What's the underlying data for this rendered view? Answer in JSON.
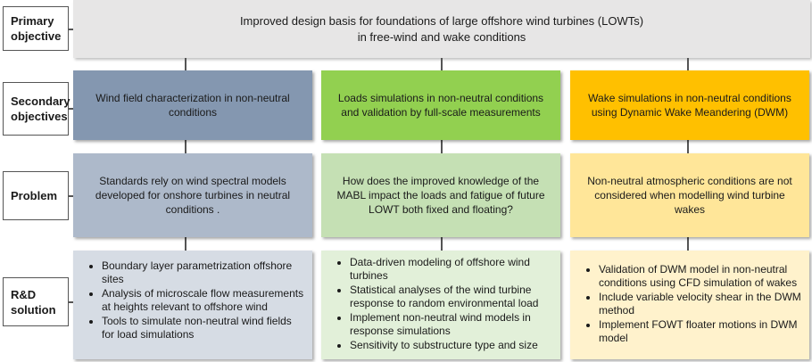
{
  "labels": {
    "primary": "Primary objective",
    "secondary": "Secondary objectives",
    "problem": "Problem",
    "rd": "R&D solution"
  },
  "primary_objective": {
    "line1": "Improved design basis for foundations of large offshore wind turbines (LOWTs)",
    "line2": "in free-wind and wake conditions"
  },
  "columns": [
    {
      "secondary": "Wind field characterization in non-neutral conditions",
      "problem": "Standards rely on wind spectral models developed for onshore turbines in neutral conditions .",
      "rd": [
        "Boundary layer parametrization offshore sites",
        "Analysis of microscale flow measurements at heights relevant to offshore wind",
        "Tools to simulate non-neutral wind fields for load simulations"
      ]
    },
    {
      "secondary": "Loads simulations in non-neutral conditions and validation by full-scale measurements",
      "problem": "How does the improved knowledge of the MABL impact the loads and fatigue of future LOWT both fixed and floating?",
      "rd": [
        "Data-driven modeling of offshore wind turbines",
        "Statistical analyses of the wind turbine response to random environmental load",
        "Implement non-neutral wind models in response simulations",
        "Sensitivity to substructure type and size"
      ]
    },
    {
      "secondary": "Wake simulations in non-neutral conditions using Dynamic Wake Meandering (DWM)",
      "problem": "Non-neutral atmospheric conditions are not considered when modelling  wind turbine wakes",
      "rd": [
        "Validation of DWM model in non-neutral conditions using CFD simulation of wakes",
        "Include variable velocity shear in the DWM method",
        "Implement FOWT floater motions in DWM model"
      ]
    }
  ],
  "colors": {
    "primary_bg": "#e7e6e6",
    "col1_secondary": "#8497b0",
    "col1_problem": "#adb9ca",
    "col1_rd": "#d6dce4",
    "col2_secondary": "#92d050",
    "col2_problem": "#c5e0b4",
    "col2_rd": "#e2f0d9",
    "col3_secondary": "#ffc000",
    "col3_problem": "#ffe699",
    "col3_rd": "#fff2cc"
  }
}
